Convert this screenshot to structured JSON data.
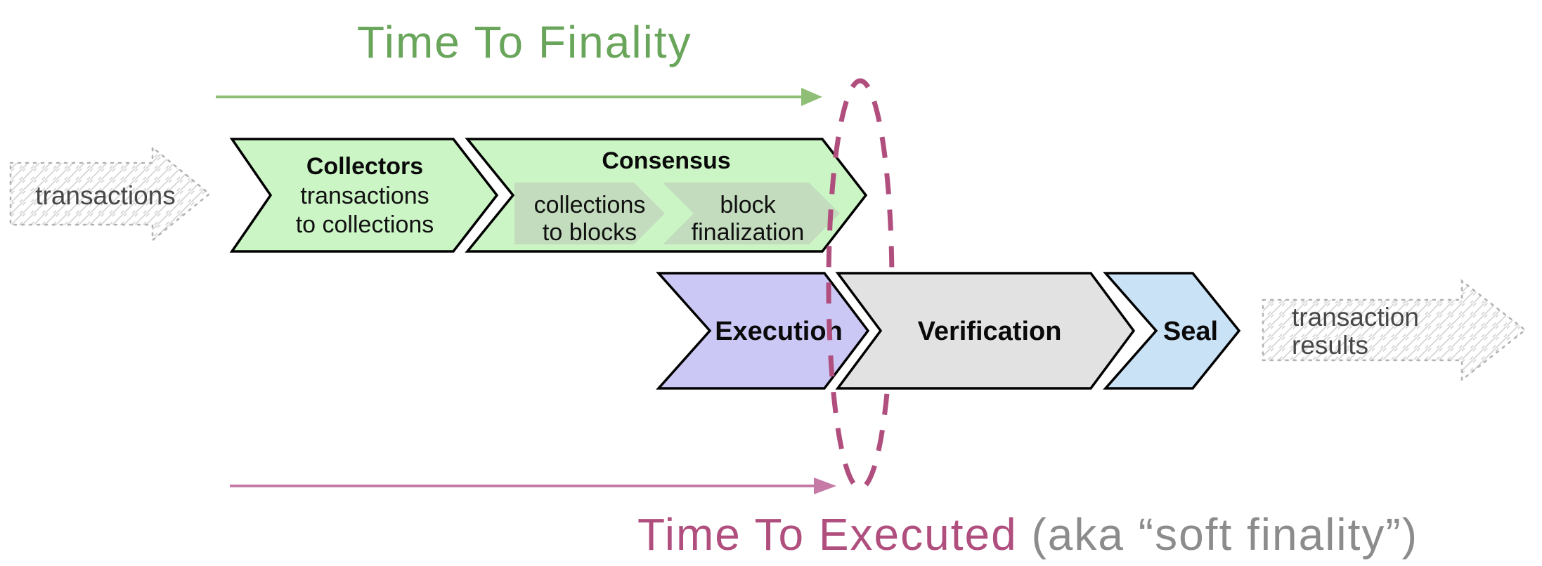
{
  "titles": {
    "top": "Time To Finality",
    "bottom_main": "Time To Executed",
    "bottom_suffix": " (aka “soft finality”)"
  },
  "input_arrow": {
    "label": "transactions"
  },
  "output_arrow": {
    "label_line1": "transaction",
    "label_line2": "results"
  },
  "stages": {
    "collectors": {
      "title": "Collectors",
      "line1": "transactions",
      "line2": "to collections"
    },
    "consensus": {
      "title": "Consensus",
      "sub1_line1": "collections",
      "sub1_line2": "to blocks",
      "sub2_line1": "block",
      "sub2_line2": "finalization"
    },
    "execution": {
      "title": "Execution"
    },
    "verification": {
      "title": "Verification"
    },
    "seal": {
      "title": "Seal"
    }
  },
  "colors": {
    "green_text": "#69a55a",
    "green_arrow": "#8fbf77",
    "green_fill": "#ccf5c6",
    "sub_fill": "#c2dcbd",
    "lavender_fill": "#cbc8f5",
    "gray_fill": "#e2e2e2",
    "blue_fill": "#c9e2f6",
    "pink_text": "#b04f7e",
    "pink_arrow": "#c57ba6",
    "gray_text": "#8c8c8c",
    "sketch_stroke": "#b3b3b3",
    "hatch_line": "#d6d6d6"
  }
}
